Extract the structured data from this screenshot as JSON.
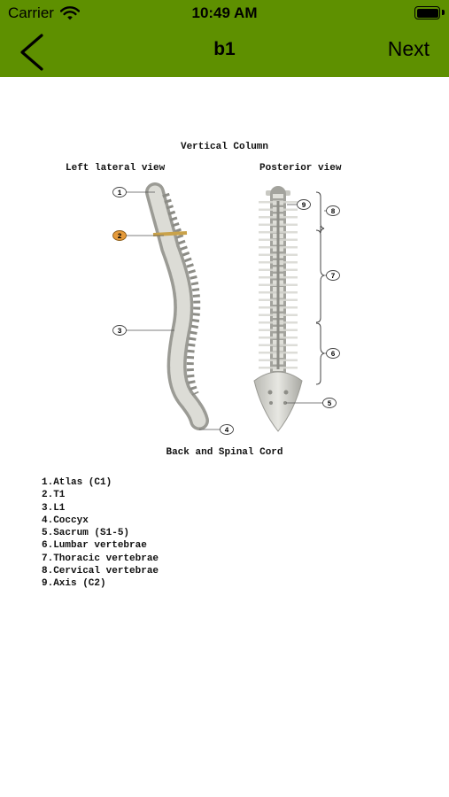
{
  "status_bar": {
    "carrier": "Carrier",
    "time": "10:49 AM"
  },
  "nav": {
    "title": "b1",
    "next_label": "Next"
  },
  "colors": {
    "nav_bar": "#5e9000",
    "highlight_label": "#e59a3a"
  },
  "figure": {
    "title": "Vertical Column",
    "left_view_label": "Left lateral view",
    "right_view_label": "Posterior view",
    "caption": "Back and Spinal Cord",
    "callouts": [
      "1",
      "2",
      "3",
      "4",
      "5",
      "6",
      "7",
      "8",
      "9"
    ]
  },
  "legend": [
    "1.Atlas (C1)",
    "2.T1",
    "3.L1",
    "4.Coccyx",
    "5.Sacrum (S1-5)",
    "6.Lumbar vertebrae",
    "7.Thoracic vertebrae",
    "8.Cervical vertebrae",
    "9.Axis (C2)"
  ]
}
